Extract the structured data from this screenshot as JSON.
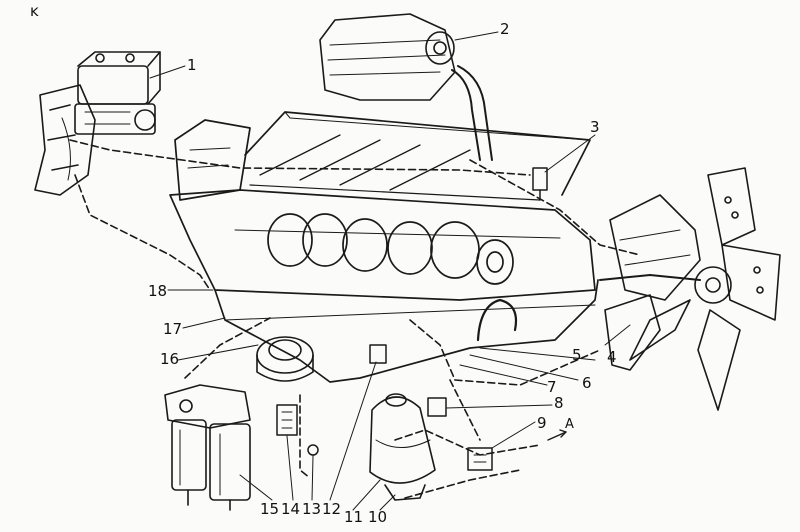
{
  "figure": {
    "corner_mark": "ĸ",
    "arrow_label": "A",
    "callouts": [
      "1",
      "2",
      "3",
      "4",
      "5",
      "6",
      "7",
      "8",
      "9",
      "10",
      "11",
      "12",
      "13",
      "14",
      "15",
      "16",
      "17",
      "18"
    ]
  },
  "parts": {
    "compressor": "compressor-icon",
    "turbocharger": "turbocharger-icon",
    "fan": "fan-icon",
    "oil_filter": "oil-filter-icon",
    "centrifuge": "centrifugal-filter-icon",
    "oil_pump": "oil-pump-icon"
  }
}
